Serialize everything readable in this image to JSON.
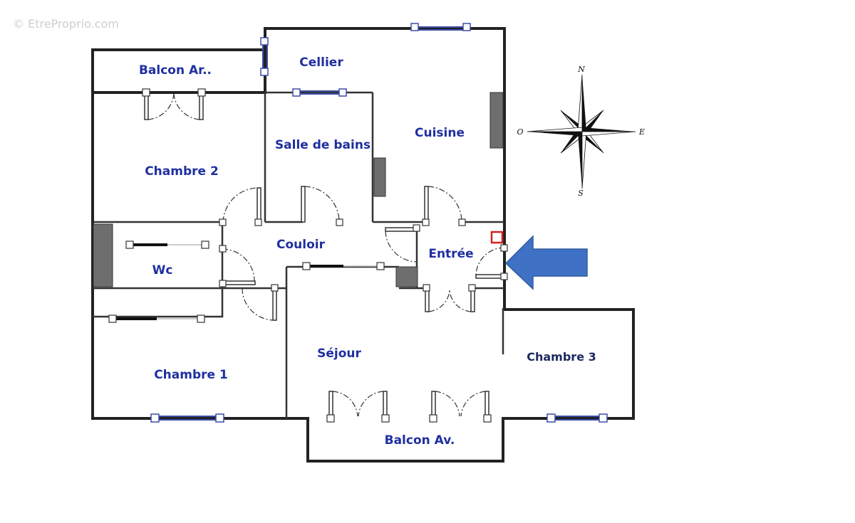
{
  "watermark": "© EtreProprio.com",
  "rooms": {
    "balcon_ar": "Balcon Ar..",
    "cellier": "Cellier",
    "cuisine": "Cuisine",
    "salle_de_bains": "Salle de bains",
    "chambre_2": "Chambre 2",
    "couloir": "Couloir",
    "entree": "Entrée",
    "wc": "Wc",
    "sejour": "Séjour",
    "chambre_3": "Chambre 3",
    "chambre_1": "Chambre 1",
    "balcon_av": "Balcon Av."
  },
  "compass": {
    "north": "N",
    "south": "S",
    "east": "E",
    "west": "O"
  },
  "colors": {
    "entry_arrow": "#3f72c4",
    "labels": "#1f2fa0",
    "walls": "#222222",
    "windows": "#3a4da8",
    "marker": "#d62020"
  }
}
